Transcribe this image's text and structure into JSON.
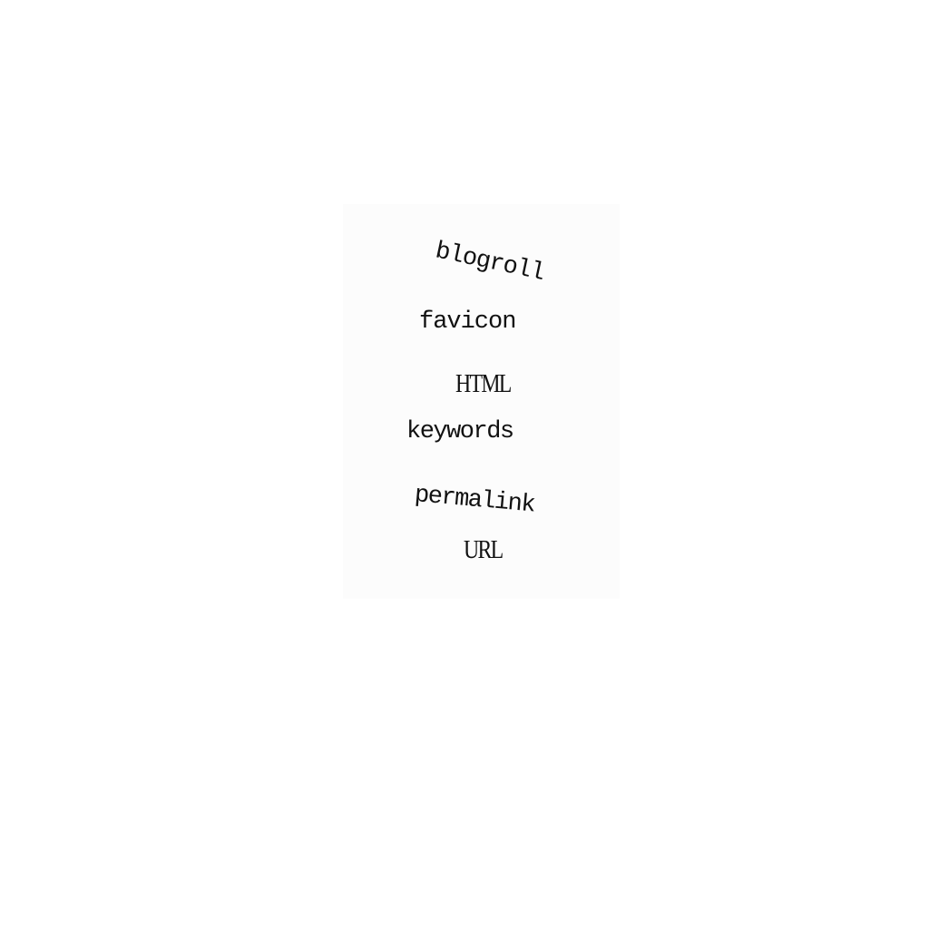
{
  "words": [
    "blogroll",
    "favicon",
    "HTML",
    "keywords",
    "permalink",
    "URL"
  ]
}
